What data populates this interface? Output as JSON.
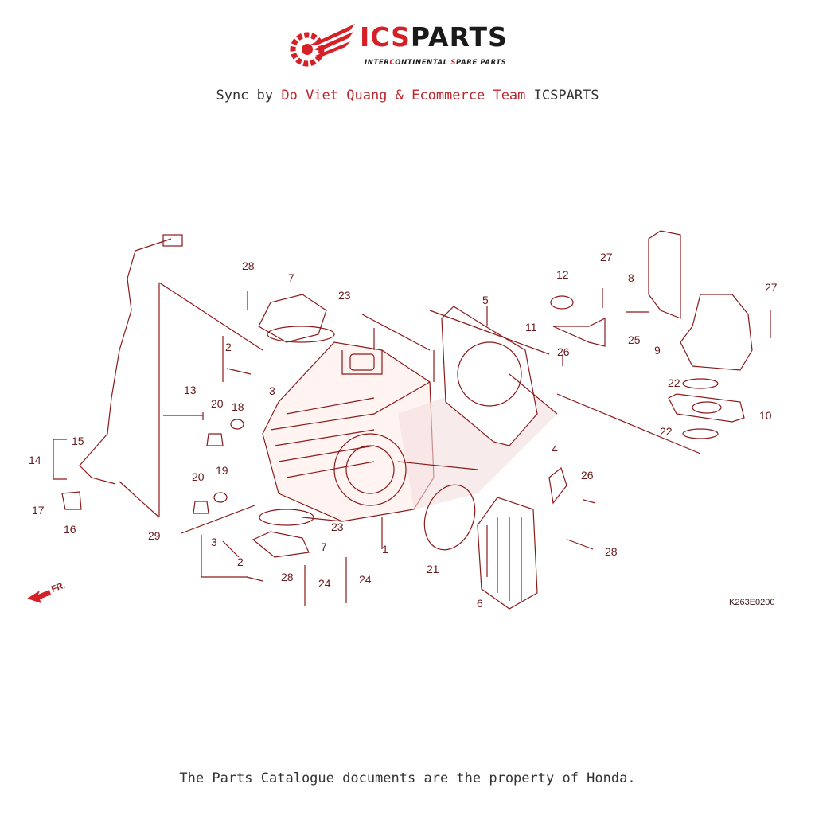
{
  "brand": {
    "name_part1": "ICS",
    "name_part2": "PARTS",
    "tagline_parts": [
      "INTER",
      "C",
      "ONTINENTAL ",
      "S",
      "PARE PARTS"
    ]
  },
  "sync": {
    "prefix": "Sync by ",
    "authors": "Do Viet Quang & Ecommerce Team",
    "suffix": " ICSPARTS"
  },
  "diagram": {
    "code": "K263E0200",
    "front_marker": "FR.",
    "callouts": [
      {
        "id": "c28a",
        "label": "28"
      },
      {
        "id": "c7a",
        "label": "7"
      },
      {
        "id": "c23a",
        "label": "23"
      },
      {
        "id": "c5",
        "label": "5"
      },
      {
        "id": "c12",
        "label": "12"
      },
      {
        "id": "c27a",
        "label": "27"
      },
      {
        "id": "c8",
        "label": "8"
      },
      {
        "id": "c27b",
        "label": "27"
      },
      {
        "id": "c11",
        "label": "11"
      },
      {
        "id": "c25",
        "label": "25"
      },
      {
        "id": "c26a",
        "label": "26"
      },
      {
        "id": "c9",
        "label": "9"
      },
      {
        "id": "c2a",
        "label": "2"
      },
      {
        "id": "c3a",
        "label": "3"
      },
      {
        "id": "c13",
        "label": "13"
      },
      {
        "id": "c20a",
        "label": "20"
      },
      {
        "id": "c18",
        "label": "18"
      },
      {
        "id": "c22a",
        "label": "22"
      },
      {
        "id": "c10",
        "label": "10"
      },
      {
        "id": "c22b",
        "label": "22"
      },
      {
        "id": "c15",
        "label": "15"
      },
      {
        "id": "c14",
        "label": "14"
      },
      {
        "id": "c4",
        "label": "4"
      },
      {
        "id": "c19",
        "label": "19"
      },
      {
        "id": "c20b",
        "label": "20"
      },
      {
        "id": "c26b",
        "label": "26"
      },
      {
        "id": "c17",
        "label": "17"
      },
      {
        "id": "c16",
        "label": "16"
      },
      {
        "id": "c23b",
        "label": "23"
      },
      {
        "id": "c29",
        "label": "29"
      },
      {
        "id": "c3b",
        "label": "3"
      },
      {
        "id": "c7b",
        "label": "7"
      },
      {
        "id": "c1",
        "label": "1"
      },
      {
        "id": "c28b",
        "label": "28"
      },
      {
        "id": "c2b",
        "label": "2"
      },
      {
        "id": "c21",
        "label": "21"
      },
      {
        "id": "c28c",
        "label": "28"
      },
      {
        "id": "c24a",
        "label": "24"
      },
      {
        "id": "c24b",
        "label": "24"
      },
      {
        "id": "c6",
        "label": "6"
      }
    ]
  },
  "footer": {
    "text": "The Parts Catalogue documents are the property of Honda."
  },
  "colors": {
    "brand_red": "#d62027",
    "line_art": "#8b1a1a"
  }
}
